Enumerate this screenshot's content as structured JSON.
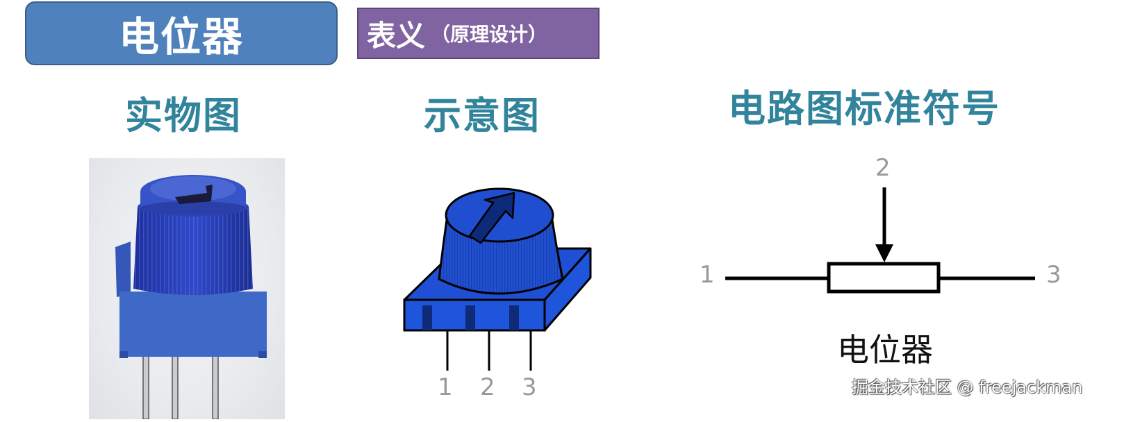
{
  "header": {
    "title": "电位器",
    "subtitle_main": "表义",
    "subtitle_paren": "（原理设计）"
  },
  "sections": {
    "photo": {
      "heading": "实物图"
    },
    "schematic": {
      "heading": "示意图",
      "pins": [
        "1",
        "2",
        "3"
      ]
    },
    "symbol": {
      "heading": "电路图标准符号",
      "pin_left": "1",
      "pin_top": "2",
      "pin_right": "3",
      "caption": "电位器"
    }
  },
  "watermark": "掘金技术社区 @ freejackman",
  "colors": {
    "title_box": "#4f81bd",
    "subtitle_box": "#8064a2",
    "heading_text": "#31849b",
    "component_blue": "#1f4fd0",
    "component_dark": "#0d2a7a"
  }
}
